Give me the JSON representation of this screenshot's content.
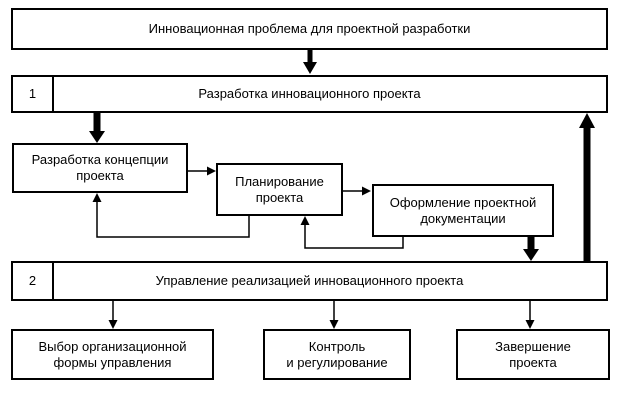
{
  "diagram": {
    "problem_box": {
      "label": "Инновационная проблема для проектной разработки"
    },
    "stage1_box": {
      "number": "1",
      "label": "Разработка инновационного проекта"
    },
    "concept_box": {
      "lines": [
        "Разработка концепции",
        "проекта"
      ]
    },
    "planning_box": {
      "lines": [
        "Планирование",
        "проекта"
      ]
    },
    "documentation_box": {
      "lines": [
        "Оформление проектной",
        "документации"
      ]
    },
    "stage2_box": {
      "number": "2",
      "label": "Управление реализацией инновационного проекта"
    },
    "org_form_box": {
      "lines": [
        "Выбор организационной",
        "формы управления"
      ]
    },
    "control_box": {
      "lines": [
        "Контроль",
        "и регулирование"
      ]
    },
    "completion_box": {
      "lines": [
        "Завершение",
        "проекта"
      ]
    }
  },
  "colors": {
    "line": "#000000",
    "text": "#000000",
    "box_fill": "#ffffff",
    "background": "#ffffff"
  }
}
